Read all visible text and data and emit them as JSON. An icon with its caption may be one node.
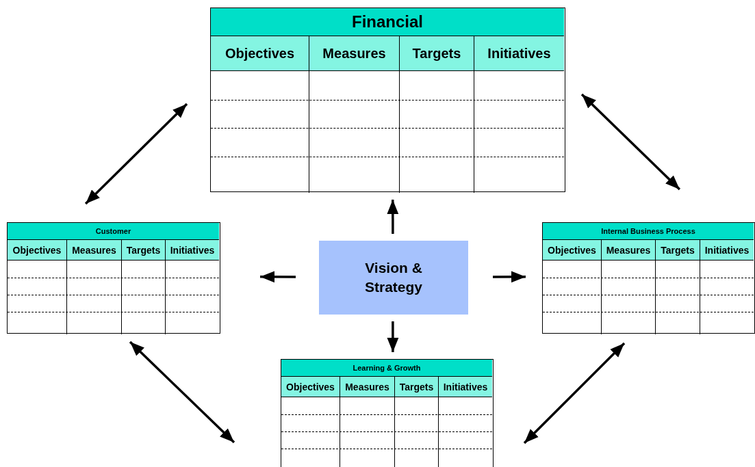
{
  "diagram": {
    "nodes": [
      {
        "text": [
          "Financial",
          "Objectives",
          "Measures",
          "Targets",
          "Initiatives"
        ]
      },
      {
        "text": [
          "Customer",
          "Objectives",
          "Measures",
          "Targets",
          "Initiatives"
        ]
      },
      {
        "text": [
          "Vision & Strategy"
        ]
      },
      {
        "text": [
          "Internal Business Process",
          "Objectives",
          "Measures",
          "Targets",
          "Initiatives"
        ]
      },
      {
        "text": [
          "Learning & Growth",
          "Objectives",
          "Measures",
          "Targets",
          "Initiatives"
        ]
      }
    ],
    "edges": [
      {
        "from": 2,
        "to": 0,
        "arrow": "to"
      },
      {
        "from": 2,
        "to": 1,
        "arrow": "to"
      },
      {
        "from": 2,
        "to": 3,
        "arrow": "to"
      },
      {
        "from": 2,
        "to": 4,
        "arrow": "to"
      },
      {
        "from": 1,
        "to": 0,
        "arrow": "both"
      },
      {
        "from": 0,
        "to": 3,
        "arrow": "both"
      },
      {
        "from": 1,
        "to": 4,
        "arrow": "both"
      },
      {
        "from": 4,
        "to": 3,
        "arrow": "both"
      }
    ]
  }
}
